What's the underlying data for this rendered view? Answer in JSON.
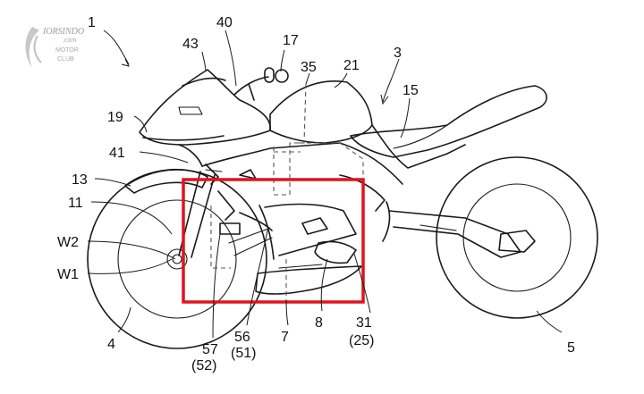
{
  "watermark": {
    "brand": "IORSINDO",
    "line2": ".com",
    "line3": "MOTOR",
    "line4": "CLUB"
  },
  "colors": {
    "line": "#1a1a1a",
    "highlight": "#e0141e",
    "background": "#ffffff"
  },
  "labels": {
    "n1": "1",
    "n3": "3",
    "n4": "4",
    "n5": "5",
    "n7": "7",
    "n8": "8",
    "n11": "11",
    "n13": "13",
    "n15": "15",
    "n17": "17",
    "n19": "19",
    "n21": "21",
    "n31": "31",
    "n25": "(25)",
    "n35": "35",
    "n40": "40",
    "n41": "41",
    "n43": "43",
    "n56": "56",
    "n51": "(51)",
    "n57": "57",
    "n52": "(52)",
    "w1": "W1",
    "w2": "W2"
  }
}
